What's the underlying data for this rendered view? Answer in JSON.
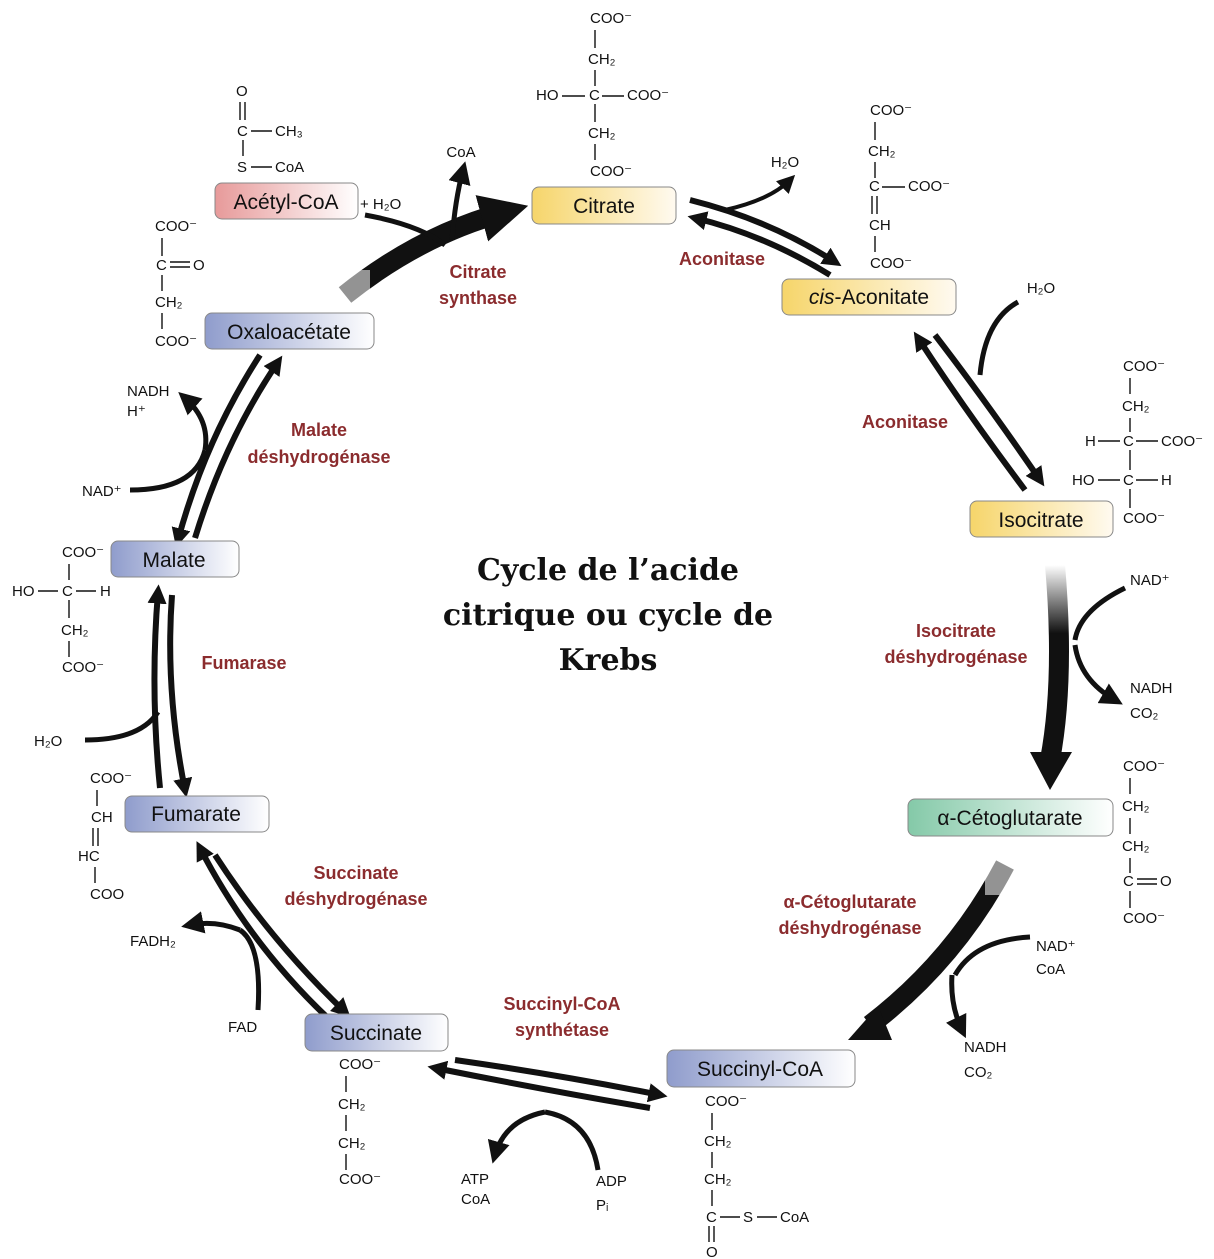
{
  "title": {
    "line1": "Cycle de l’acide",
    "line2": "citrique ou cycle de",
    "line3": "Krebs"
  },
  "colors": {
    "yellow": "#f6d56a",
    "blue": "#8f9ccc",
    "red": "#e79a9a",
    "green": "#84c9a8",
    "enzyme": "#8b2c2e"
  },
  "metabolites": {
    "citrate": "Citrate",
    "cis_prefix": "cis",
    "cis_rest": "-Aconitate",
    "isocitrate": "Isocitrate",
    "ketoglutarate": "α-Cétoglutarate",
    "succinyl_coa": "Succinyl-CoA",
    "succinate": "Succinate",
    "fumarate": "Fumarate",
    "malate": "Malate",
    "oxaloacetate": "Oxaloacétate",
    "acetyl_coa": "Acétyl-CoA"
  },
  "enzymes": {
    "citrate_synthase_1": "Citrate",
    "citrate_synthase_2": "synthase",
    "aconitase_1": "Aconitase",
    "aconitase_2": "Aconitase",
    "isocitrate_dh_1": "Isocitrate",
    "isocitrate_dh_2": "déshydrogénase",
    "akg_dh_1": "α-Cétoglutarate",
    "akg_dh_2": "déshydrogénase",
    "succ_coa_synth_1": "Succinyl-CoA",
    "succ_coa_synth_2": "synthétase",
    "succinate_dh_1": "Succinate",
    "succinate_dh_2": "déshydrogénase",
    "fumarase": "Fumarase",
    "malate_dh_1": "Malate",
    "malate_dh_2": "déshydrogénase"
  },
  "cofactors": {
    "coa_out": "CoA",
    "plus_h2o": "+ H₂O",
    "aconitase_h2o_out": "H₂O",
    "aconitase_h2o_in": "H₂O",
    "nad_in_1": "NAD⁺",
    "nadh_out_1": "NADH",
    "co2_out_1": "CO₂",
    "nad_in_2": "NAD⁺",
    "coa_in_2": "CoA",
    "nadh_out_2": "NADH",
    "co2_out_2": "CO₂",
    "adp_in": "ADP",
    "pi_in": "Pᵢ",
    "atp_out": "ATP",
    "coa_out_3": "CoA",
    "fad_in": "FAD",
    "fadh2_out": "FADH₂",
    "h2o_fumarase": "H₂O",
    "nad_in_3": "NAD⁺",
    "nadh_out_3": "NADH",
    "h_out_3": "H⁺"
  },
  "structures": {
    "coo": "COO⁻",
    "coo_plain": "COO",
    "ch2": "CH₂",
    "ch3": "CH₃",
    "ch": "CH",
    "hc": "HC",
    "c": "C",
    "o": "O",
    "ho": "HO",
    "h": "H",
    "s": "S",
    "coa": "CoA"
  }
}
